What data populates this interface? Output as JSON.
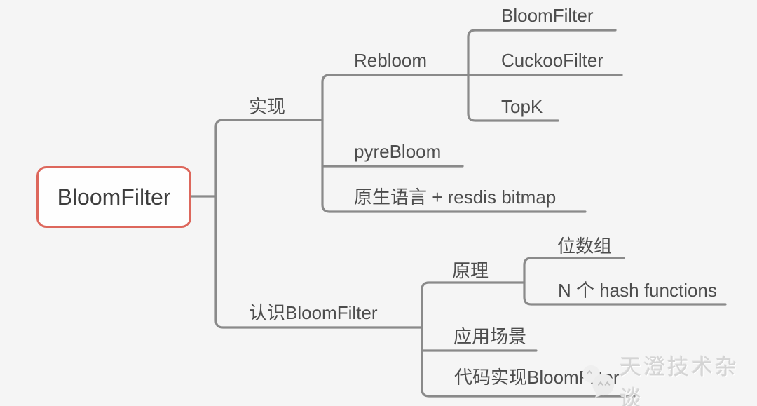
{
  "canvas": {
    "background_color": "#f5f5f5",
    "line_color": "#8a8a8a",
    "text_color": "#4d4d4d",
    "root_border_color": "#dd675c",
    "root_fill_color": "#fefefe",
    "watermark_color": "#d4d4d4"
  },
  "mindmap": {
    "root": "BloomFilter",
    "branches": [
      {
        "label": "实现",
        "children": [
          {
            "label": "Rebloom",
            "children": [
              {
                "label": "BloomFilter"
              },
              {
                "label": "CuckooFilter"
              },
              {
                "label": "TopK"
              }
            ]
          },
          {
            "label": "pyreBloom"
          },
          {
            "label": "原生语言 + resdis bitmap"
          }
        ]
      },
      {
        "label": "认识BloomFilter",
        "children": [
          {
            "label": "原理",
            "children": [
              {
                "label": "位数组"
              },
              {
                "label": "N 个 hash functions"
              }
            ]
          },
          {
            "label": "应用场景"
          },
          {
            "label": "代码实现BloomFilter"
          }
        ]
      }
    ]
  },
  "watermark": {
    "text": "天澄技术杂谈",
    "icon": "wechat-bubbles-icon"
  }
}
